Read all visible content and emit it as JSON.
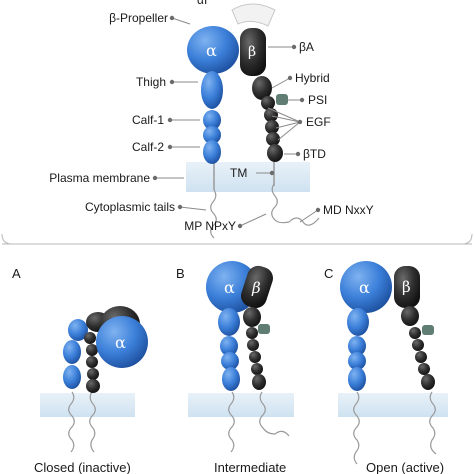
{
  "top_panel": {
    "labels": {
      "propeller": "β-Propeller",
      "thigh": "Thigh",
      "calf1": "Calf-1",
      "calf2": "Calf-2",
      "membrane": "Plasma membrane",
      "tails": "Cytoplasmic tails",
      "mp_motif": "MP NPxY",
      "md_motif": "MD NxxY",
      "tm": "TM",
      "beta_a": "βA",
      "hybrid": "Hybrid",
      "psi": "PSI",
      "egf": "EGF",
      "btd": "βTD",
      "top_partial": "αI"
    },
    "alpha_symbol": "α",
    "beta_symbol": "β"
  },
  "bottom_panel": {
    "panels": [
      {
        "letter": "A",
        "caption": "Closed (inactive)",
        "alpha_symbol": "α"
      },
      {
        "letter": "B",
        "caption": "Intermediate",
        "alpha_symbol": "α",
        "beta_symbol": "β"
      },
      {
        "letter": "C",
        "caption": "Open (active)",
        "alpha_symbol": "α",
        "beta_symbol": "β"
      }
    ]
  },
  "colors": {
    "alpha_blue": "#3b7fd9",
    "beta_dark": "#2f2f2f",
    "psi_teal": "#5f7d73",
    "membrane": "#dbe9f4",
    "divider": "#b9b9b9",
    "leader_dot": "#6b6b6b"
  }
}
